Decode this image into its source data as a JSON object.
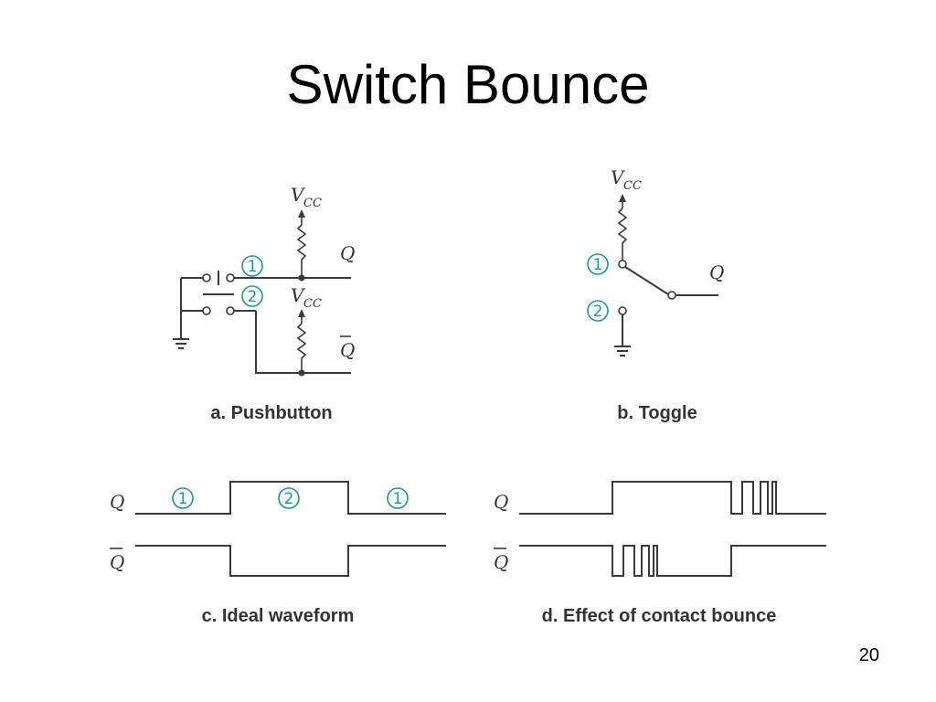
{
  "slide": {
    "title": "Switch Bounce",
    "page_number": "20"
  },
  "diagram": {
    "captions": {
      "pushbutton": "a. Pushbutton",
      "toggle": "b. Toggle",
      "ideal": "c. Ideal waveform",
      "bounce": "d. Effect of contact bounce"
    },
    "supply_label": "V",
    "supply_subscript": "CC",
    "output_q": "Q",
    "output_q_bar": "Q",
    "position_markers": [
      "1",
      "2"
    ]
  },
  "colors": {
    "marker": "#1f9a8a",
    "line": "#3a3a3a",
    "background": "#ffffff"
  }
}
